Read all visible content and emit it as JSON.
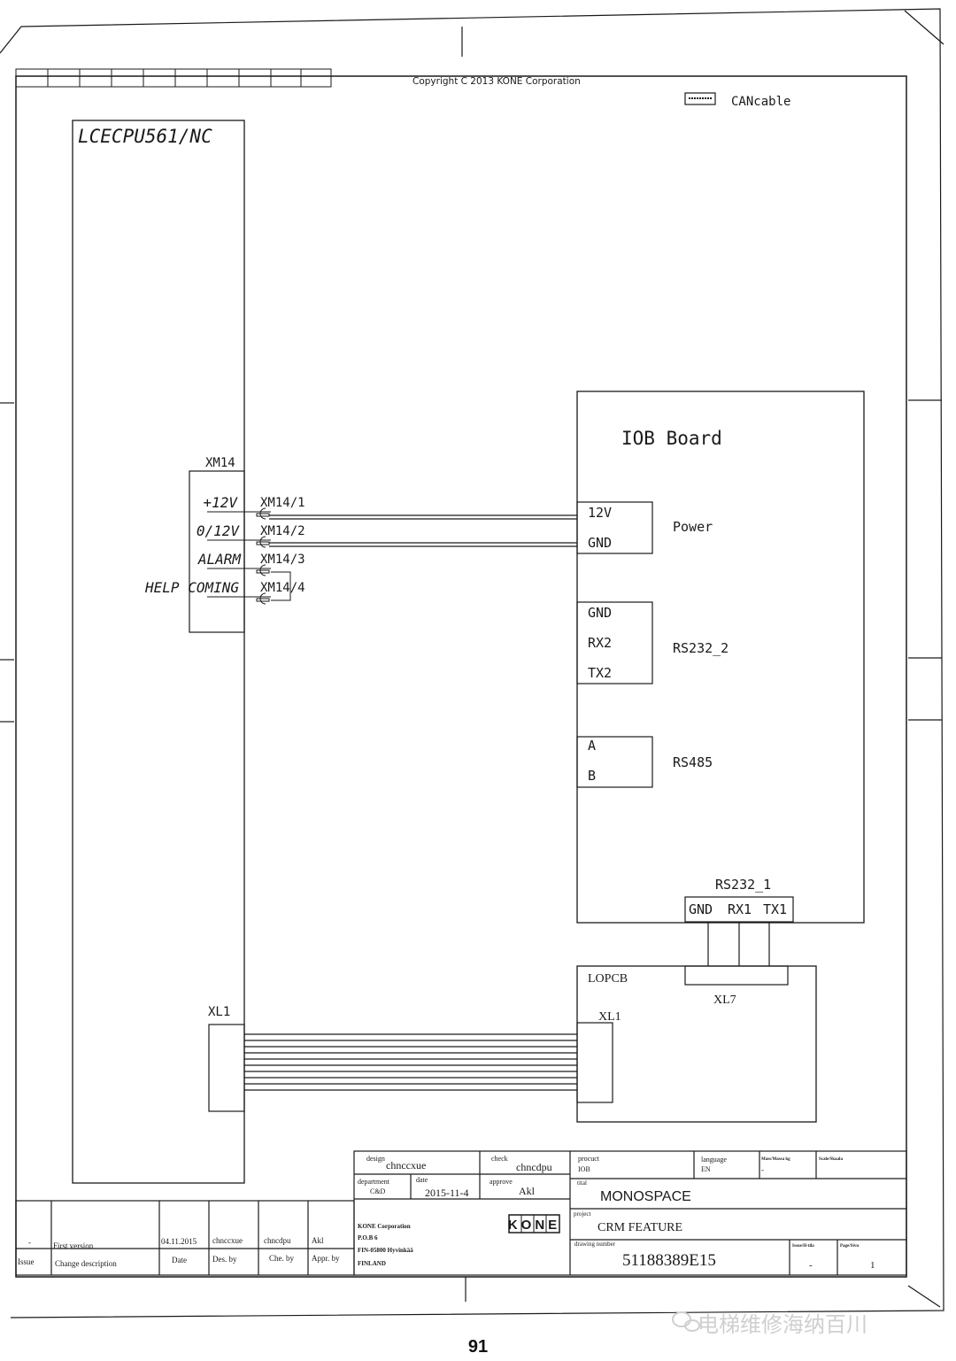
{
  "header": {
    "copyright": "Copyright C 2013 KONE Corporation",
    "legend_label": "CANcable"
  },
  "cpu": {
    "name": "LCECPU561/NC",
    "connector": "XM14",
    "pins": [
      {
        "signal": "+12V",
        "pin": "XM14/1"
      },
      {
        "signal": "0/12V",
        "pin": "XM14/2"
      },
      {
        "signal": "ALARM",
        "pin": "XM14/3"
      },
      {
        "signal": "HELP COMING",
        "pin": "XM14/4"
      }
    ],
    "xl_connector": "XL1"
  },
  "iob": {
    "title": "IOB Board",
    "power_group": {
      "pins": [
        "12V",
        "GND"
      ],
      "label": "Power"
    },
    "rs232_2_group": {
      "pins": [
        "GND",
        "RX2",
        "TX2"
      ],
      "label": "RS232_2"
    },
    "rs485_group": {
      "pins": [
        "A",
        "B"
      ],
      "label": "RS485"
    },
    "rs232_1": {
      "label": "RS232_1",
      "pins": [
        "GND",
        "RX1",
        "TX1"
      ]
    }
  },
  "lopcb": {
    "name": "LOPCB",
    "xl7": "XL7",
    "xl1": "XL1"
  },
  "title_block": {
    "design_label": "design",
    "design_value": "chnccxue",
    "check_label": "check",
    "check_value": "chncdpu",
    "department_label": "department",
    "department_value": "C&D",
    "date_label": "date",
    "date_value": "2015-11-4",
    "approve_label": "approve",
    "approve_value": "Akl",
    "product_label": "procuct",
    "product_value": "IOB",
    "language_label": "language",
    "language_value": "EN",
    "mass_label": "Mass/Massa kg",
    "mass_value": "-",
    "scale_label": "Scale/Skaala",
    "title_label": "tital",
    "title_value": "MONOSPACE",
    "project_label": "project",
    "project_value": "CRM FEATURE",
    "drawing_label": "drawing number",
    "drawing_value": "51188389E15",
    "issue_label": "Issue/H-tila",
    "issue_value": "-",
    "page_label": "Page/Sivu",
    "page_value": "1",
    "company_lines": [
      "KONE Corporation",
      "P.O.B 6",
      "FIN-05800 Hyvinkää",
      "FINLAND"
    ],
    "kone_logo": "KONE"
  },
  "revision": {
    "row": [
      "-",
      "First version",
      "04.11.2015",
      "chnccxue",
      "chncdpu",
      "Akl"
    ],
    "headers": [
      "Issue",
      "Change description",
      "Date",
      "Des. by",
      "Che. by",
      "Appr. by"
    ]
  },
  "page_number": "91",
  "watermark": "电梯维修海纳百川"
}
